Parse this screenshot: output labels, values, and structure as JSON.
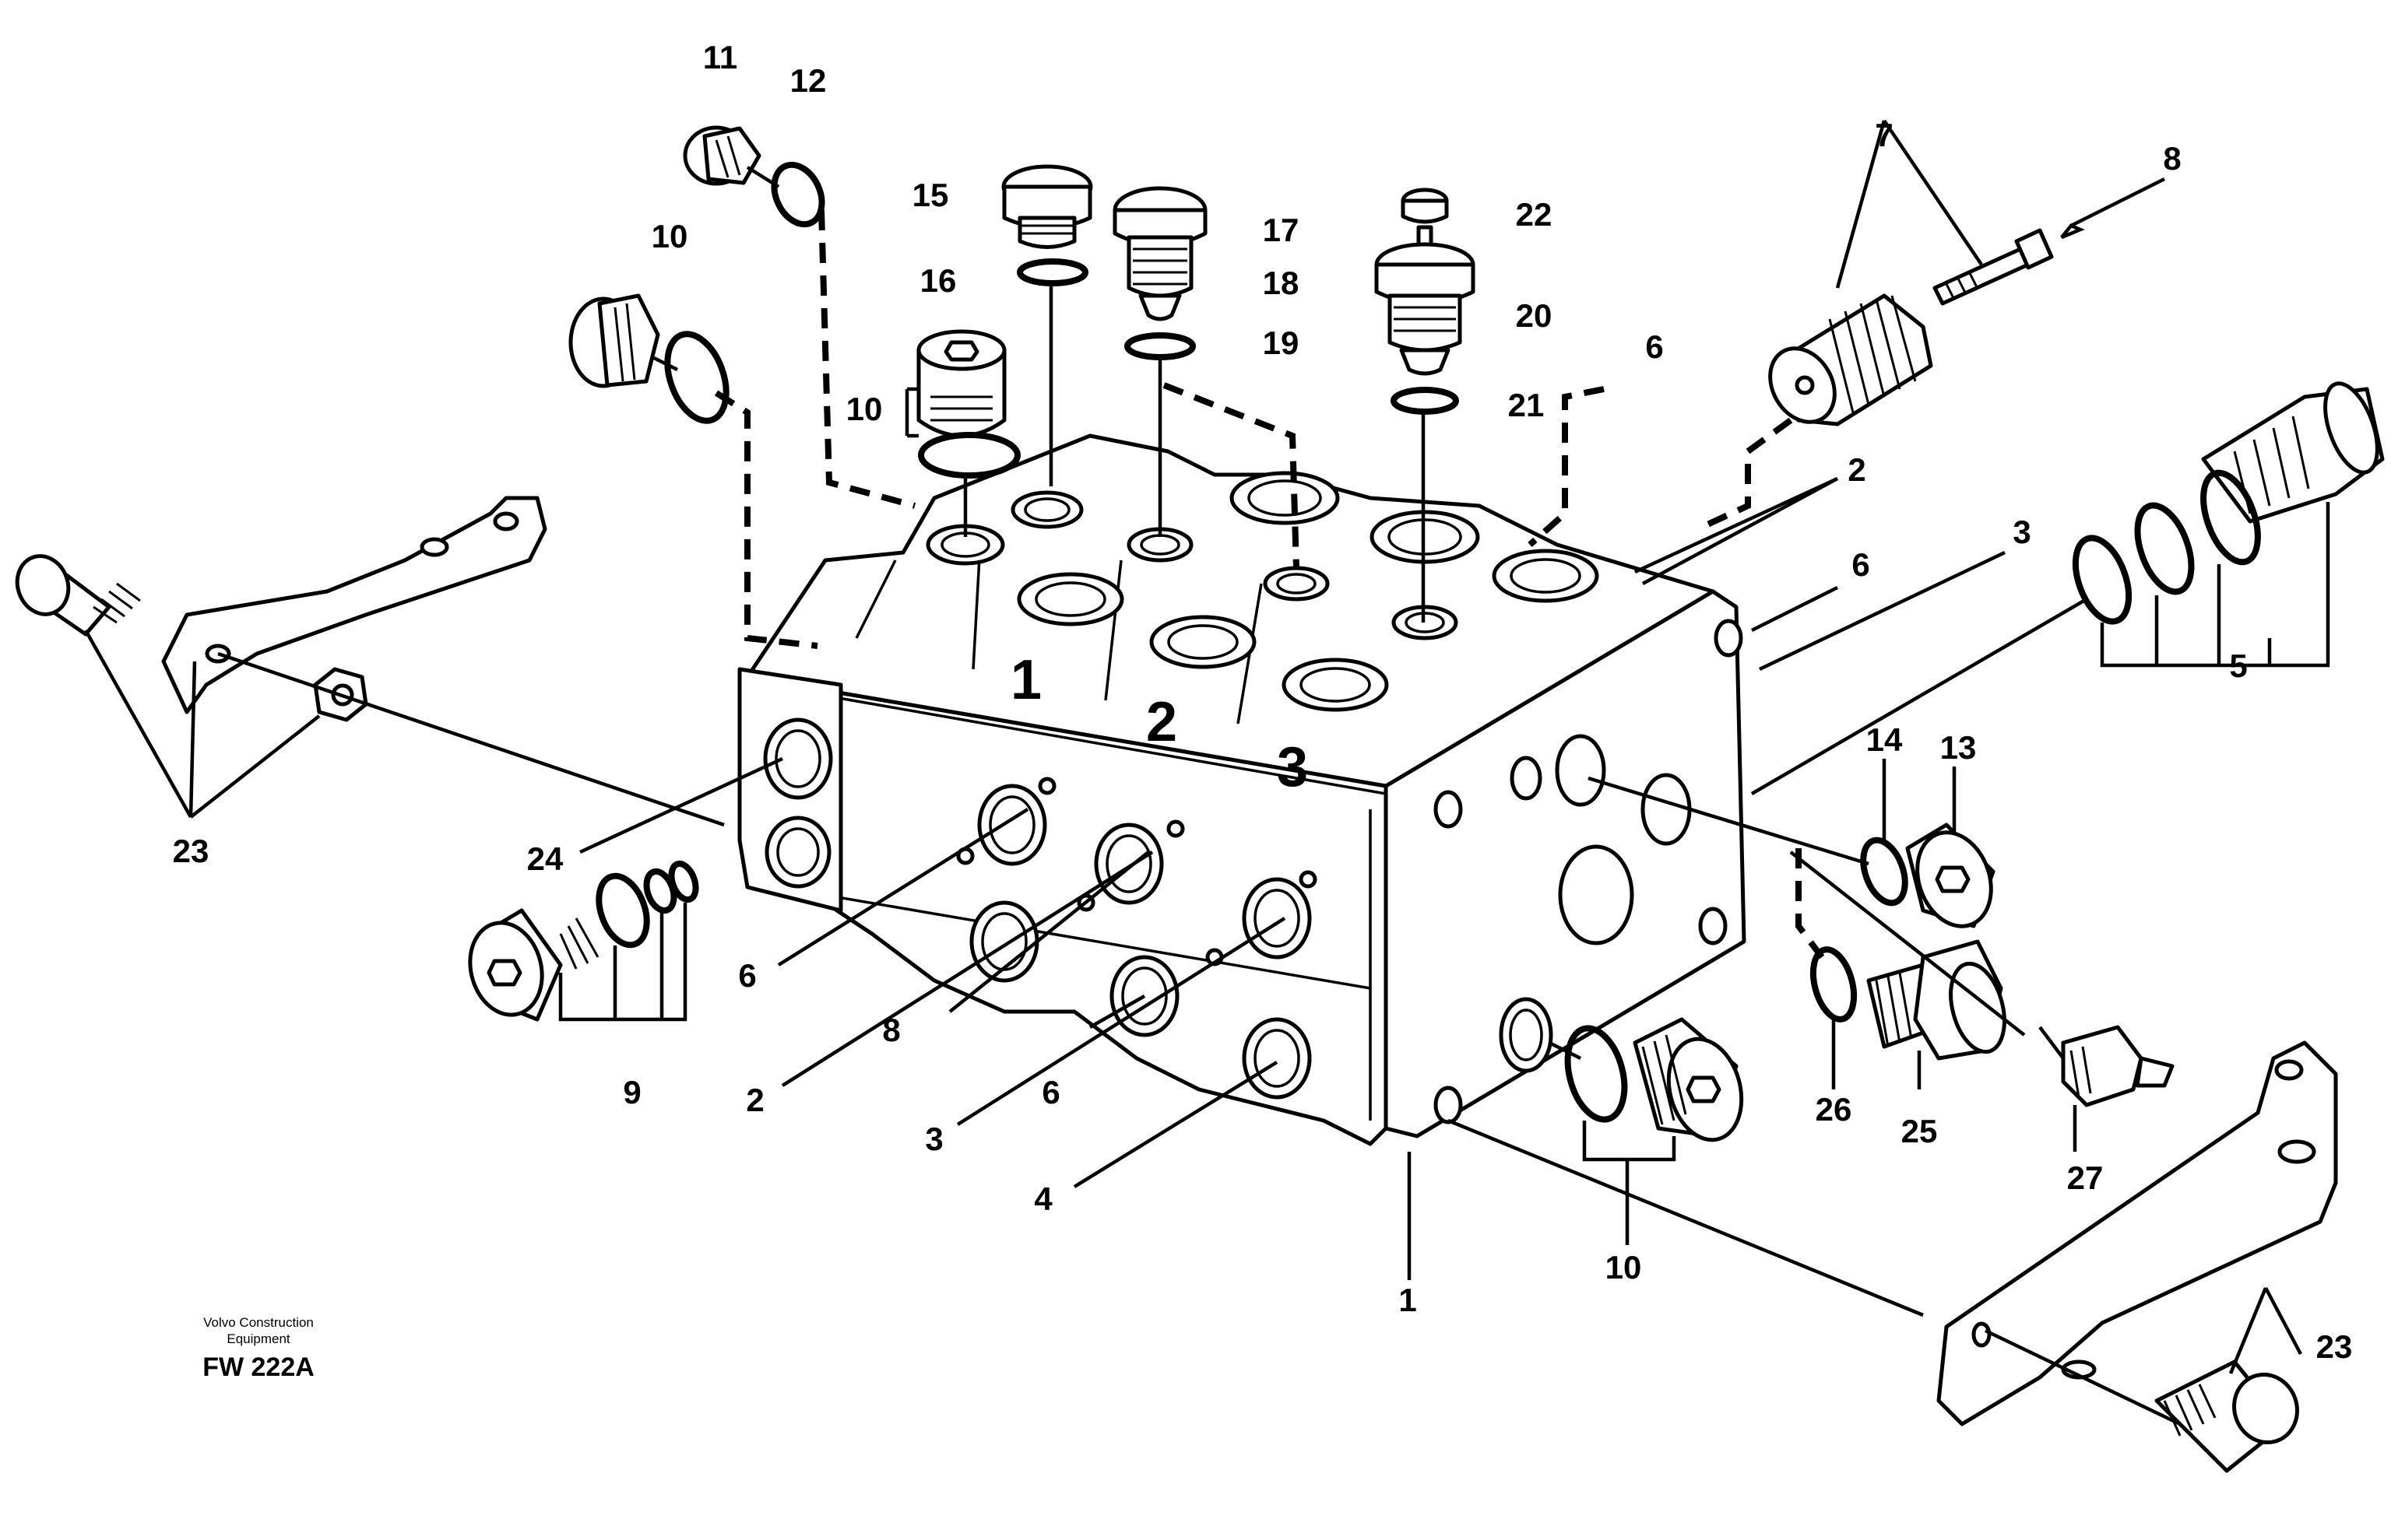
{
  "footer": {
    "maker_line1": "Volvo Construction",
    "maker_line2": "Equipment",
    "figure_code": "FW 222A"
  },
  "sections": [
    "1",
    "2",
    "3"
  ],
  "callouts": {
    "c11": "11",
    "c12": "12",
    "c10_upper_left": "10",
    "c10_mid": "10",
    "c15": "15",
    "c16": "16",
    "c17": "17",
    "c18": "18",
    "c19": "19",
    "c22": "22",
    "c20": "20",
    "c21": "21",
    "c6_top": "6",
    "c7": "7",
    "c8_top": "8",
    "c2_right": "2",
    "c6_right": "6",
    "c3_right": "3",
    "c5": "5",
    "c14": "14",
    "c13": "13",
    "c23_left": "23",
    "c24": "24",
    "c6_front": "6",
    "c9": "9",
    "c8_front": "8",
    "c2_front": "2",
    "c6_front2": "6",
    "c3_front": "3",
    "c4": "4",
    "c1": "1",
    "c10_bottom": "10",
    "c26": "26",
    "c25": "25",
    "c27": "27",
    "c23_right": "23"
  }
}
